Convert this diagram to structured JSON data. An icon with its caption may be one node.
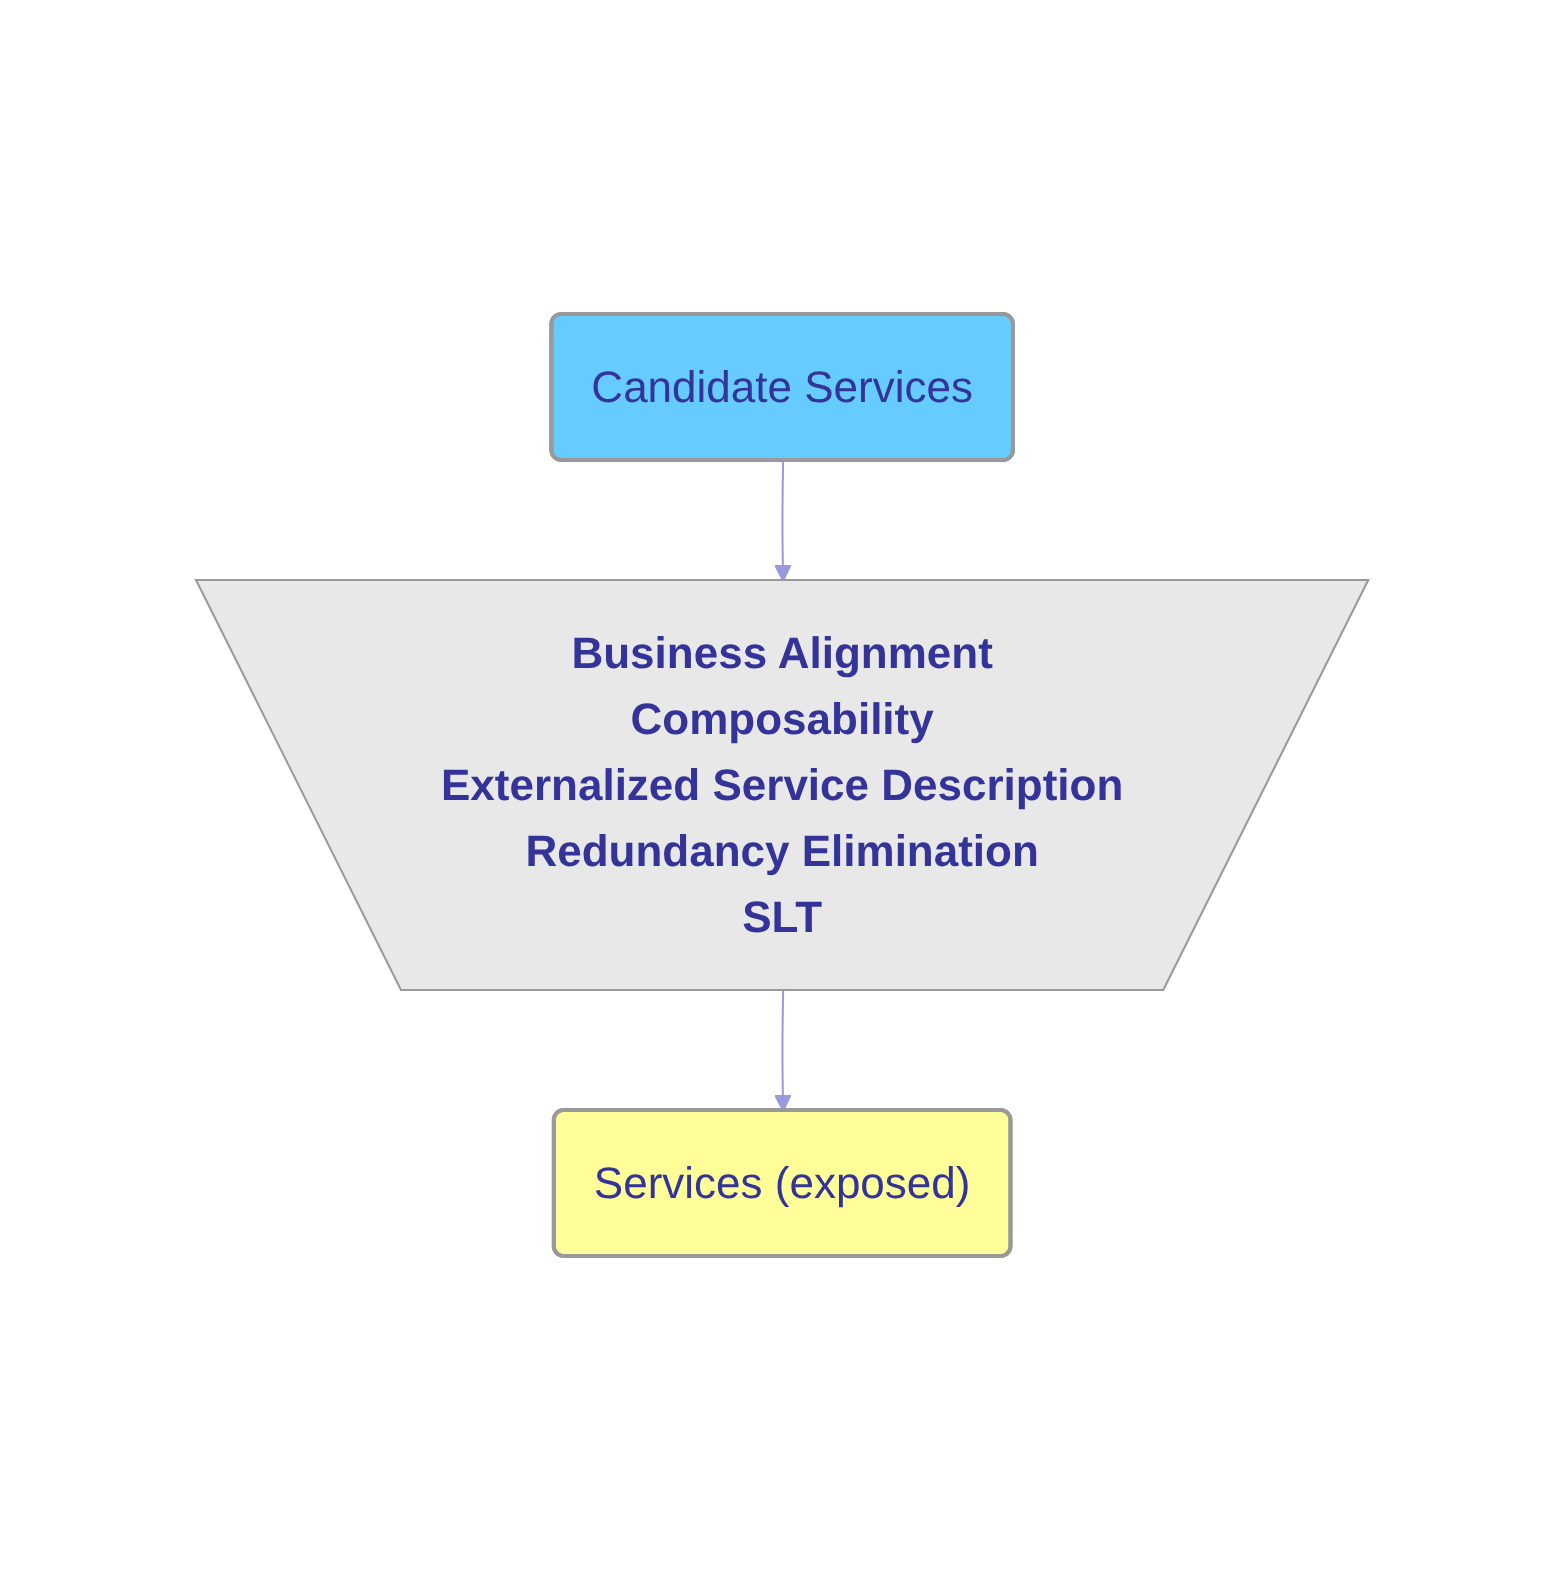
{
  "diagram": {
    "nodes": [
      {
        "text": [
          "Candidate Services"
        ]
      },
      {
        "text": [
          "Business Alignment",
          "Composability",
          "Externalized Service Description",
          "Redundancy Elimination",
          "SLT"
        ]
      },
      {
        "text": [
          "Services (exposed)"
        ]
      }
    ],
    "edges": [
      {
        "from": 0,
        "to": 1,
        "arrow": "to"
      },
      {
        "from": 1,
        "to": 2,
        "arrow": "to"
      }
    ]
  }
}
